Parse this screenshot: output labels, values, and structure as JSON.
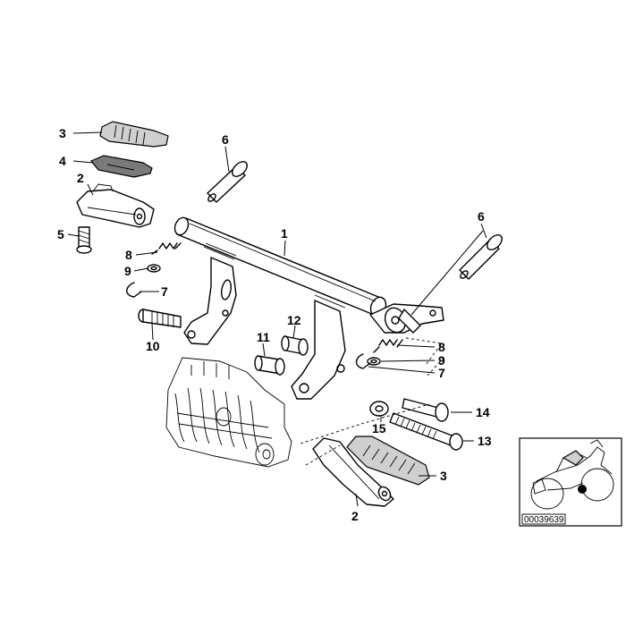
{
  "diagram": {
    "ref_code": "00039639",
    "callouts": [
      {
        "id": "c1",
        "label": "1"
      },
      {
        "id": "c2a",
        "label": "2"
      },
      {
        "id": "c2b",
        "label": "2"
      },
      {
        "id": "c3a",
        "label": "3"
      },
      {
        "id": "c3b",
        "label": "3"
      },
      {
        "id": "c4",
        "label": "4"
      },
      {
        "id": "c5",
        "label": "5"
      },
      {
        "id": "c6a",
        "label": "6"
      },
      {
        "id": "c6b",
        "label": "6"
      },
      {
        "id": "c7a",
        "label": "7"
      },
      {
        "id": "c7b",
        "label": "7"
      },
      {
        "id": "c8a",
        "label": "8"
      },
      {
        "id": "c8b",
        "label": "8"
      },
      {
        "id": "c9a",
        "label": "9"
      },
      {
        "id": "c9b",
        "label": "9"
      },
      {
        "id": "c10",
        "label": "10"
      },
      {
        "id": "c11",
        "label": "11"
      },
      {
        "id": "c12",
        "label": "12"
      },
      {
        "id": "c13",
        "label": "13"
      },
      {
        "id": "c14",
        "label": "14"
      },
      {
        "id": "c15",
        "label": "15"
      }
    ]
  }
}
